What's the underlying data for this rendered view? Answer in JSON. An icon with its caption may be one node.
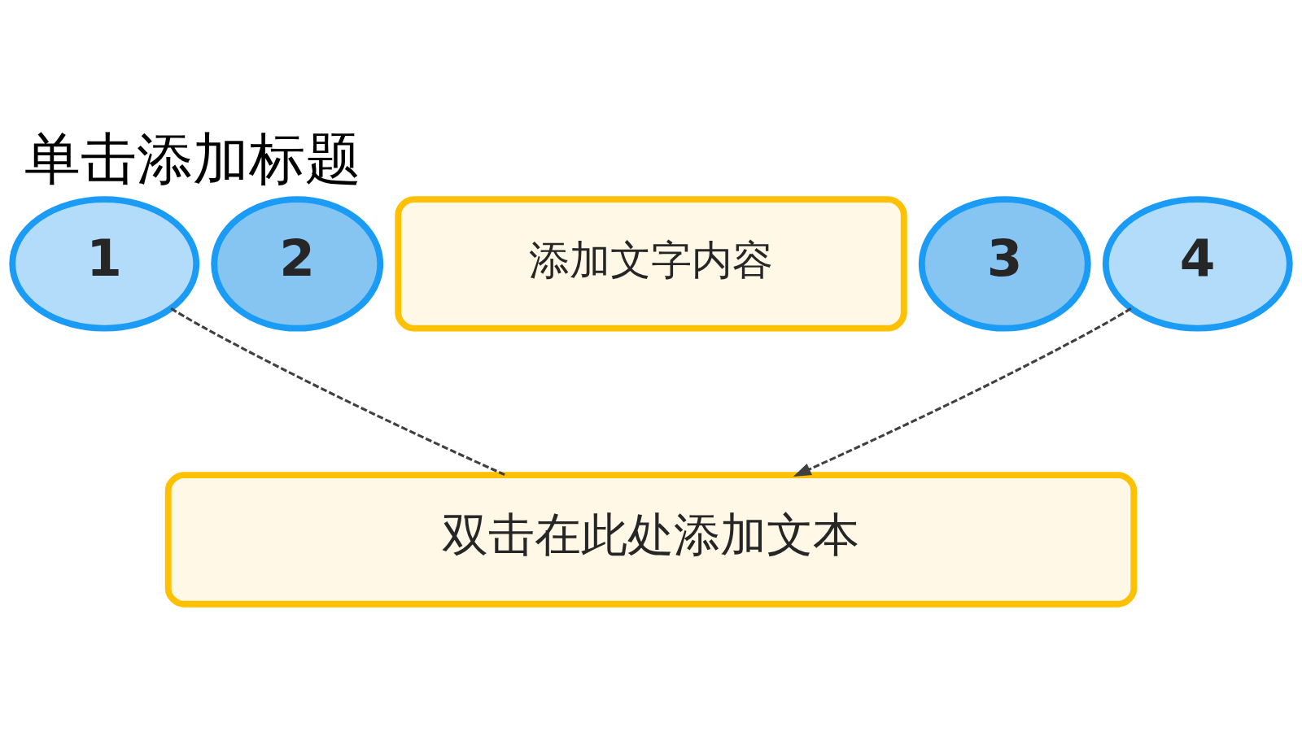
{
  "diagram": {
    "title": "单击添加标题",
    "nodes": [
      {
        "text": [
          "1"
        ]
      },
      {
        "text": [
          "2"
        ]
      },
      {
        "text": [
          "添加文字内容"
        ]
      },
      {
        "text": [
          "3"
        ]
      },
      {
        "text": [
          "4"
        ]
      },
      {
        "text": [
          "双击在此处添加文本"
        ]
      }
    ],
    "edges": [
      {
        "from": 0,
        "to": 5,
        "arrow": "none",
        "style": "dashed"
      },
      {
        "from": 4,
        "to": 5,
        "arrow": "to",
        "style": "dashed"
      }
    ]
  }
}
